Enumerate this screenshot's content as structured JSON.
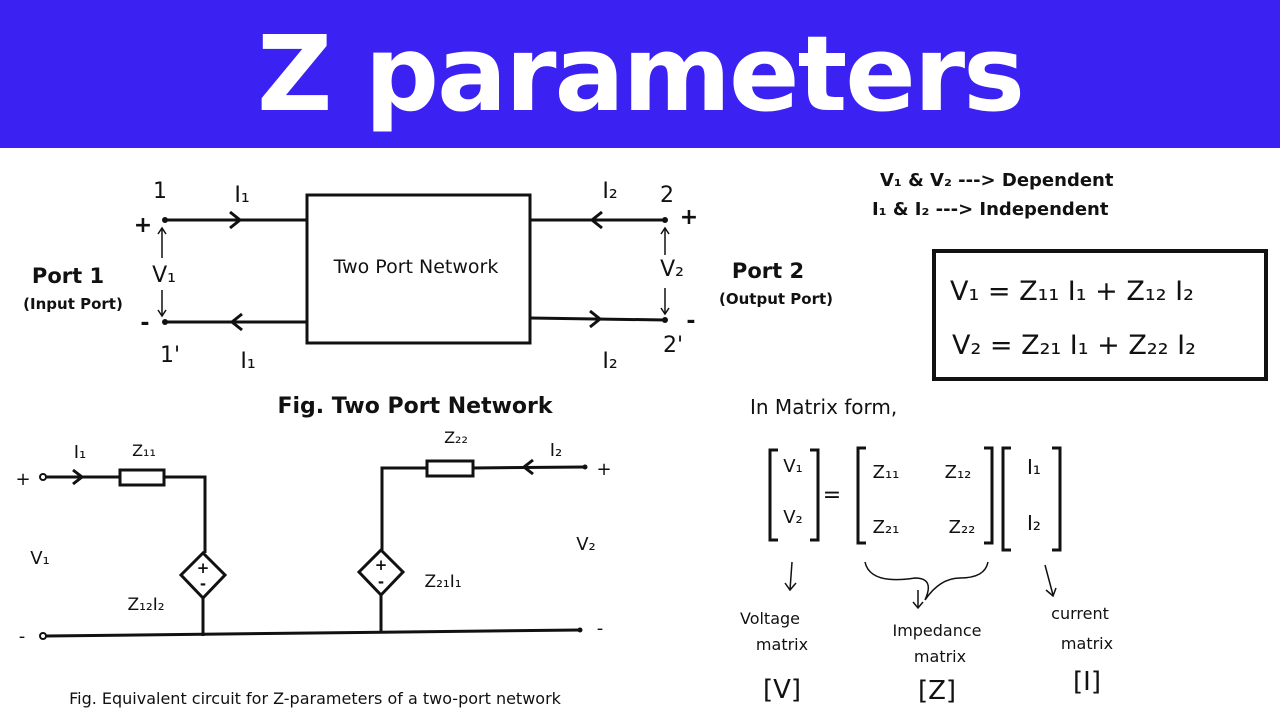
{
  "title": "Z parameters",
  "colors": {
    "banner": "#3b22f2",
    "ink": "#111111"
  },
  "two_port": {
    "box_label": "Two Port Network",
    "node1": "1",
    "node1p": "1'",
    "node2": "2",
    "node2p": "2'",
    "plus": "+",
    "minus": "-",
    "i1": "I₁",
    "i2": "I₂",
    "v1": "V₁",
    "v2": "V₂",
    "port1": "Port 1",
    "port1_sub": "(Input Port)",
    "port2": "Port 2",
    "port2_sub": "(Output Port)",
    "caption": "Fig. Two Port Network"
  },
  "notes": {
    "line1": "V₁ & V₂ ---> Dependent",
    "line2": "I₁ & I₂ ---> Independent"
  },
  "equations": {
    "eq1": "V₁ = Z₁₁ I₁ + Z₁₂ I₂",
    "eq2": "V₂ = Z₂₁ I₁ + Z₂₂ I₂"
  },
  "matrix": {
    "heading": "In Matrix form,",
    "v": [
      "V₁",
      "V₂"
    ],
    "equals": "=",
    "z": [
      "Z₁₁",
      "Z₁₂",
      "Z₂₁",
      "Z₂₂"
    ],
    "i": [
      "I₁",
      "I₂"
    ],
    "voltage_label": [
      "Voltage",
      "matrix",
      "[V]"
    ],
    "impedance_label": [
      "Impedance",
      "matrix",
      "[Z]"
    ],
    "current_label": [
      "current",
      "matrix",
      "[I]"
    ]
  },
  "equivalent": {
    "i1": "I₁",
    "z11": "Z₁₁",
    "v1": "V₁",
    "z12i2": "Z₁₂I₂",
    "z22": "Z₂₂",
    "i2": "I₂",
    "v2": "V₂",
    "z21i1": "Z₂₁I₁",
    "plus": "+",
    "minus": "-",
    "src_plus": "+",
    "src_minus": "-",
    "caption": "Fig. Equivalent circuit for Z-parameters of a two-port network"
  }
}
